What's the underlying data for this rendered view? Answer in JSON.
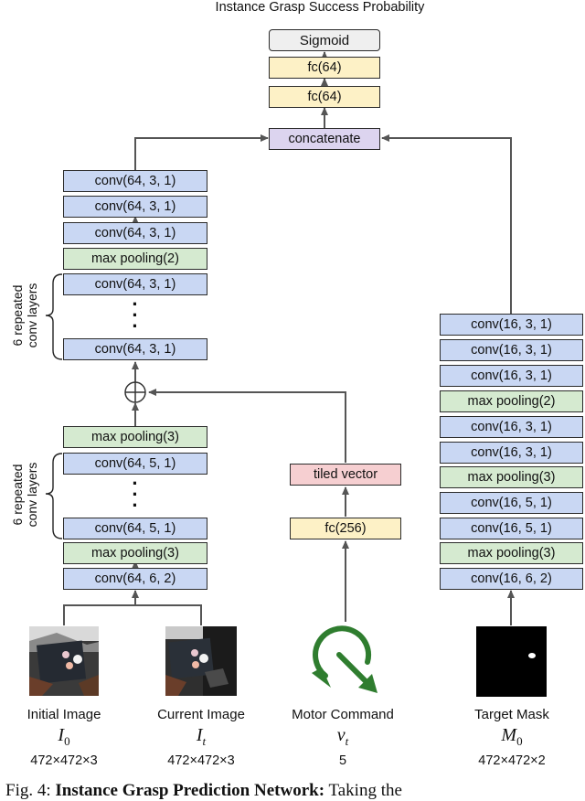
{
  "title": "Instance Grasp Success Probability",
  "head": {
    "sigmoid": "Sigmoid",
    "fc_top": "fc(64)",
    "fc_mid": "fc(64)",
    "concat": "concatenate"
  },
  "image_stack": {
    "upper": [
      "conv(64, 3, 1)",
      "conv(64, 3, 1)",
      "conv(64, 3, 1)",
      "max pooling(2)",
      "conv(64, 3, 1)",
      "conv(64, 3, 1)"
    ],
    "lower": [
      "max pooling(3)",
      "conv(64, 5, 1)",
      "conv(64, 5, 1)",
      "max pooling(3)",
      "conv(64, 6, 2)"
    ],
    "repeat_upper": [
      "6 repeated",
      "conv layers"
    ],
    "repeat_lower": [
      "6 repeated",
      "conv layers"
    ]
  },
  "motor_stack": {
    "tiled": "tiled vector",
    "fc": "fc(256)"
  },
  "mask_stack": [
    "conv(16, 3, 1)",
    "conv(16, 3, 1)",
    "conv(16, 3, 1)",
    "max pooling(2)",
    "conv(16, 3, 1)",
    "conv(16, 3, 1)",
    "max pooling(3)",
    "conv(16, 5, 1)",
    "conv(16, 5, 1)",
    "max pooling(3)",
    "conv(16, 6, 2)"
  ],
  "inputs": [
    {
      "name": "Initial Image",
      "symbol": "I",
      "sub": "0",
      "dims": "472×472×3"
    },
    {
      "name": "Current Image",
      "symbol": "I",
      "sub": "t",
      "dims": "472×472×3"
    },
    {
      "name": "Motor Command",
      "symbol": "v",
      "sub": "t",
      "dims": "5"
    },
    {
      "name": "Target Mask",
      "symbol": "M",
      "sub": "0",
      "dims": "472×472×2"
    }
  ],
  "caption": {
    "prefix": "Fig. 4:",
    "bold": "Instance Grasp Prediction Network:",
    "rest": "Taking the"
  },
  "colors": {
    "conv": "#c9d7f3",
    "pool": "#d5ead0",
    "fc": "#fdf1c6",
    "concat": "#dcd4ef",
    "tiled": "#f6cfd1",
    "sigmoid": "#efefef",
    "arrow": "#555555",
    "motor_arrow": "#2f7d2f"
  }
}
